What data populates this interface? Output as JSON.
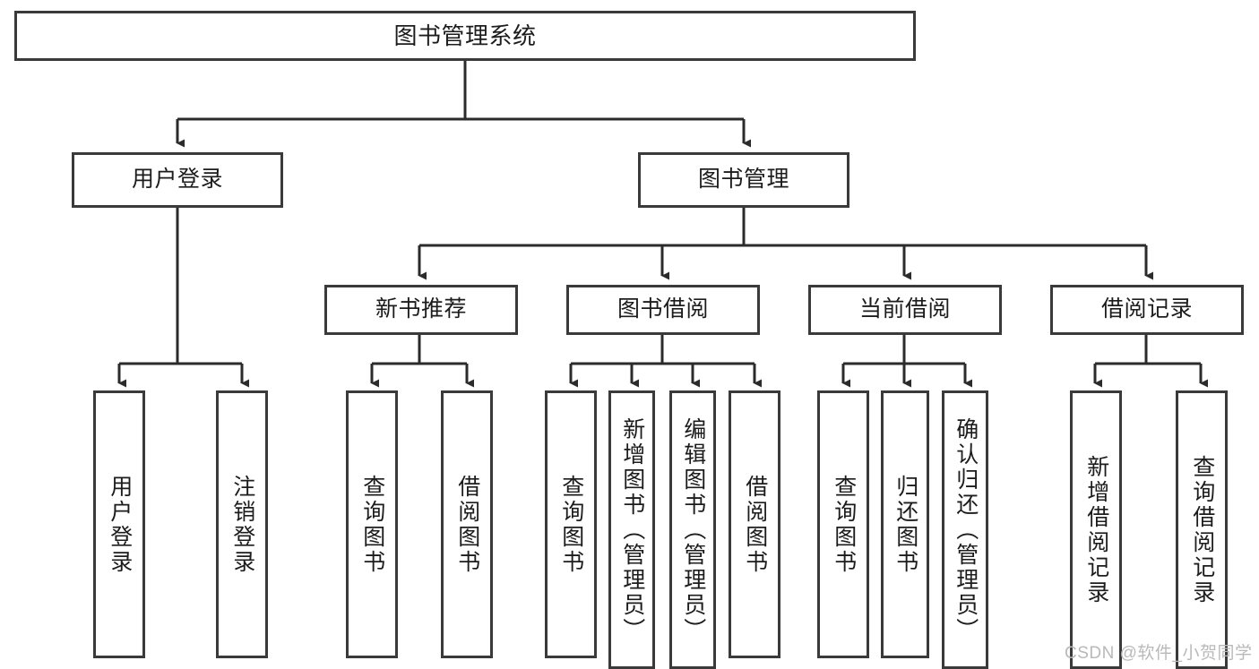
{
  "diagram": {
    "type": "hierarchy-tree",
    "title": "图书管理系统",
    "watermark": "CSDN @软件_小贺同学",
    "colors": {
      "box_border": "#3a3a3a",
      "box_fill": "#ffffff",
      "connector": "#2b2b2b",
      "text": "#1c1c1c",
      "watermark": "#b9b9b9"
    },
    "levels": {
      "level1": {
        "label": "图书管理系统"
      },
      "level2": [
        {
          "label": "用户登录"
        },
        {
          "label": "图书管理"
        }
      ],
      "level3": [
        {
          "label": "新书推荐"
        },
        {
          "label": "图书借阅"
        },
        {
          "label": "当前借阅"
        },
        {
          "label": "借阅记录"
        }
      ],
      "level4": [
        {
          "label": "用户登录",
          "parent": "用户登录"
        },
        {
          "label": "注销登录",
          "parent": "用户登录"
        },
        {
          "label": "查询图书",
          "parent": "新书推荐"
        },
        {
          "label": "借阅图书",
          "parent": "新书推荐"
        },
        {
          "label": "查询图书",
          "parent": "图书借阅"
        },
        {
          "label": "新增图书（管理员）",
          "parent": "图书借阅"
        },
        {
          "label": "编辑图书（管理员）",
          "parent": "图书借阅"
        },
        {
          "label": "借阅图书",
          "parent": "图书借阅"
        },
        {
          "label": "查询图书",
          "parent": "当前借阅"
        },
        {
          "label": "归还图书",
          "parent": "当前借阅"
        },
        {
          "label": "确认归还（管理员）",
          "parent": "当前借阅"
        },
        {
          "label": "新增借阅记录",
          "parent": "借阅记录"
        },
        {
          "label": "查询借阅记录",
          "parent": "借阅记录"
        }
      ]
    }
  }
}
